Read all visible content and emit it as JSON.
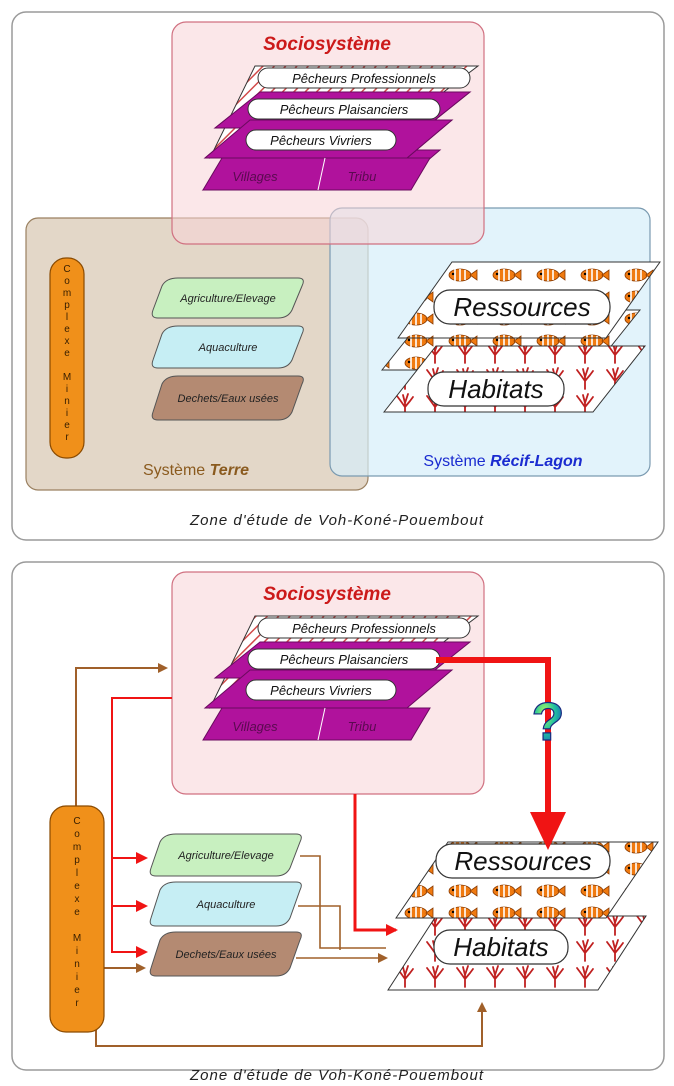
{
  "colors": {
    "socio_red": "#cc1a1a",
    "magenta": "#b0129c",
    "terre_brown": "#8a5a1e",
    "recif_blue": "#1a2bd0",
    "mining_orange": "#f0901a",
    "arrow_red": "#f01414",
    "arrow_brown": "#a0602a"
  },
  "panel1": {
    "title": "Sociosystème",
    "layers": {
      "professionnels": "Pêcheurs Professionnels",
      "plaisanciers": "Pêcheurs Plaisanciers",
      "vivriers": "Pêcheurs Vivriers",
      "villages": "Villages",
      "tribu": "Tribu"
    },
    "terre": {
      "label_prefix": "Système ",
      "label_name": "Terre",
      "mining": "Complexe Minier",
      "activities": {
        "agriculture": "Agriculture/Elevage",
        "aquaculture": "Aquaculture",
        "dechets": "Dechets/Eaux usées"
      }
    },
    "recif": {
      "label_prefix": "Système ",
      "label_name": "Récif-Lagon",
      "ressources": "Ressources",
      "habitats": "Habitats"
    },
    "zone": "Zone d'étude de Voh-Koné-Pouembout"
  },
  "panel2": {
    "title": "Sociosystème",
    "layers": {
      "professionnels": "Pêcheurs Professionnels",
      "plaisanciers": "Pêcheurs Plaisanciers",
      "vivriers": "Pêcheurs Vivriers",
      "villages": "Villages",
      "tribu": "Tribu"
    },
    "mining": "Complexe Minier",
    "activities": {
      "agriculture": "Agriculture/Elevage",
      "aquaculture": "Aquaculture",
      "dechets": "Dechets/Eaux usées"
    },
    "ressources": "Ressources",
    "habitats": "Habitats",
    "question": "?",
    "zone": "Zone d'étude de Voh-Koné-Pouembout"
  }
}
